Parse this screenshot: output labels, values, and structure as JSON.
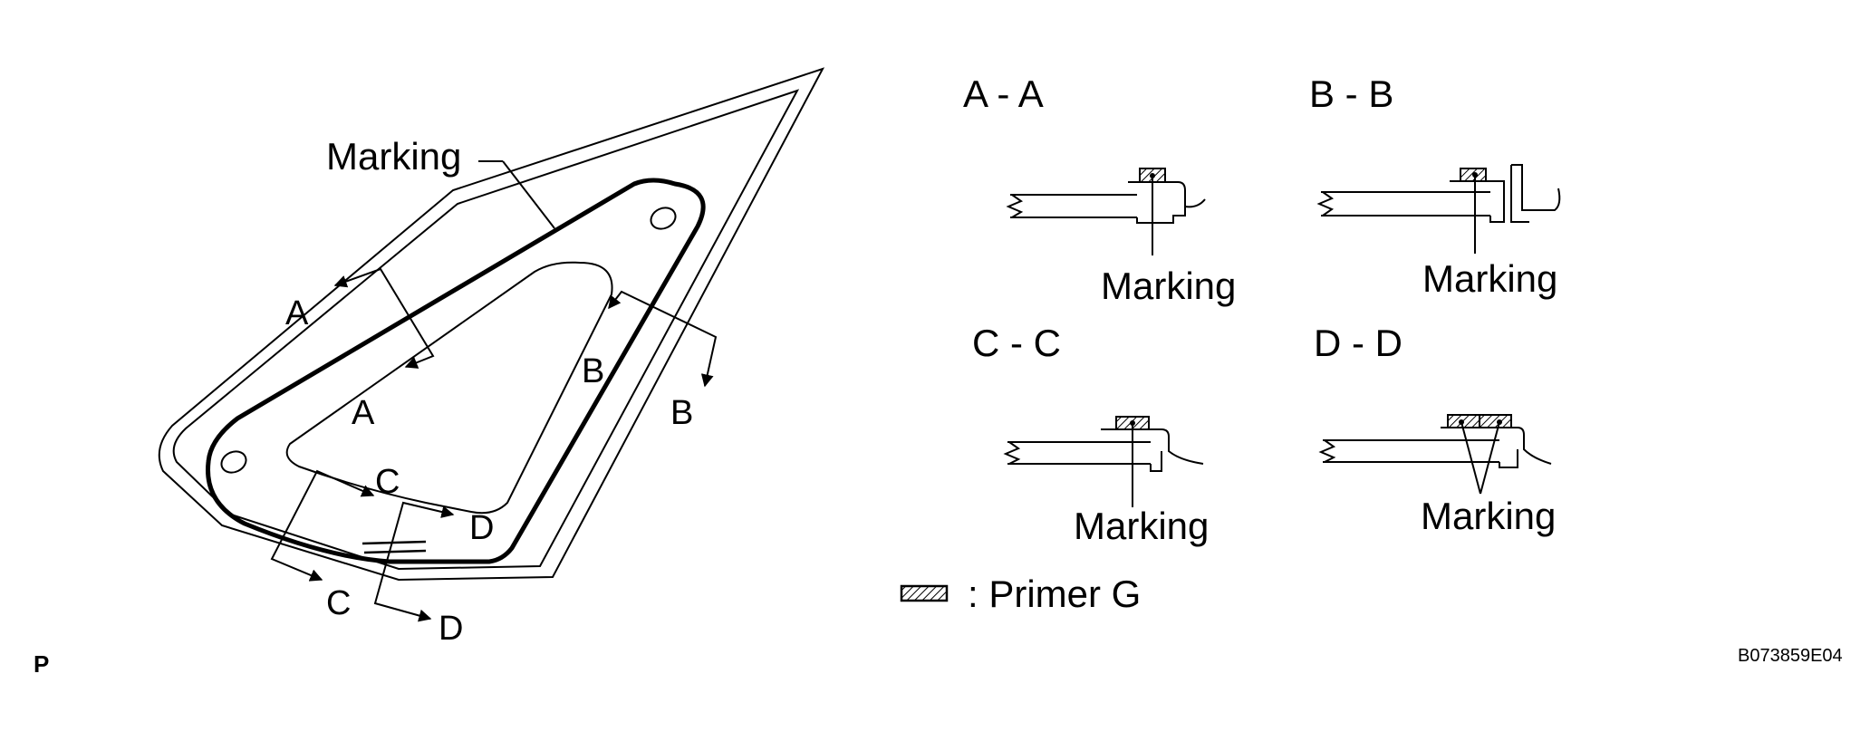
{
  "main_view": {
    "marking_label": "Marking",
    "section_letters": {
      "a_outer": "A",
      "a_inner": "A",
      "b_outer": "B",
      "b_inner": "B",
      "c_outer": "C",
      "c_inner": "C",
      "d_outer": "D",
      "d_inner": "D"
    }
  },
  "sections": [
    {
      "title": "A - A",
      "label": "Marking"
    },
    {
      "title": "B - B",
      "label": "Marking"
    },
    {
      "title": "C - C",
      "label": "Marking"
    },
    {
      "title": "D - D",
      "label": "Marking"
    }
  ],
  "legend": {
    "text": ": Primer G",
    "icon": "hatched-primer-swatch"
  },
  "footer": {
    "corner_letter": "P",
    "figure_code": "B073859E04"
  }
}
